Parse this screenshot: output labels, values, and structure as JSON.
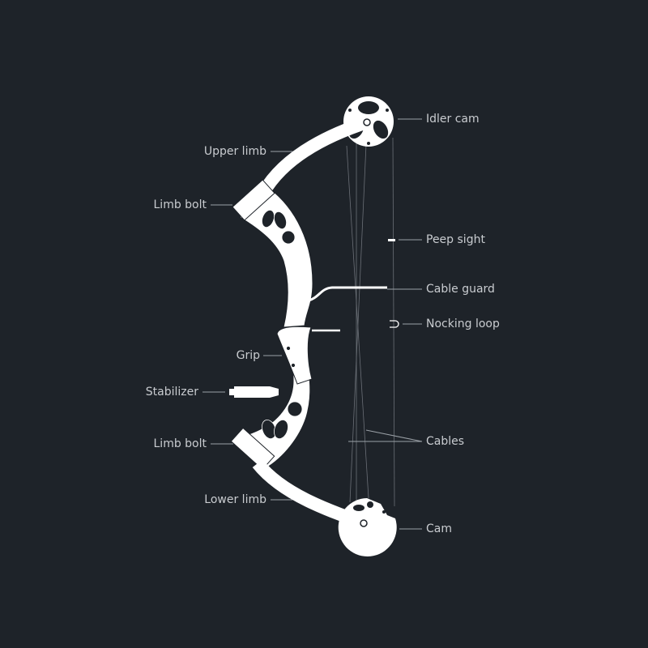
{
  "diagram": {
    "subject": "compound-bow",
    "colors": {
      "background": "#1e2329",
      "bow": "#ffffff",
      "label": "#c9ccd0",
      "leader": "#9aa0a6"
    },
    "labels": {
      "idler_cam": "Idler cam",
      "upper_limb": "Upper limb",
      "limb_bolt_upper": "Limb bolt",
      "peep_sight": "Peep sight",
      "cable_guard": "Cable guard",
      "nocking_loop": "Nocking loop",
      "grip": "Grip",
      "stabilizer": "Stabilizer",
      "limb_bolt_lower": "Limb bolt",
      "cables": "Cables",
      "lower_limb": "Lower limb",
      "cam": "Cam"
    }
  }
}
